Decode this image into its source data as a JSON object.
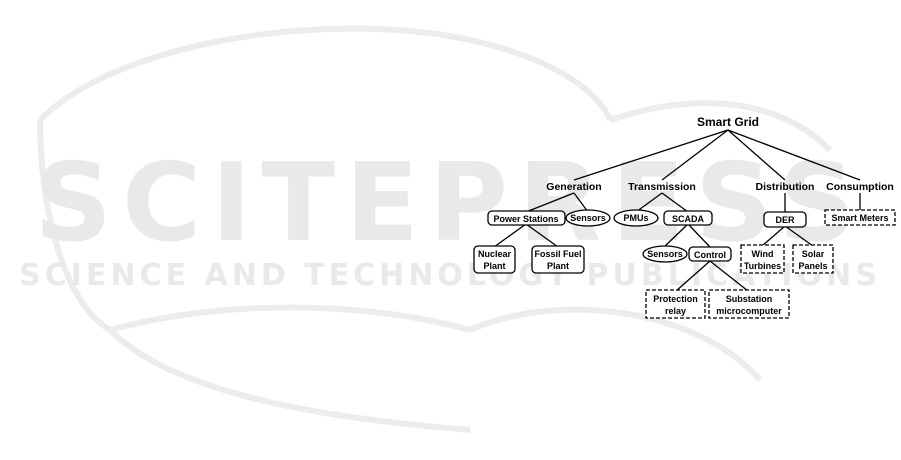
{
  "watermark": {
    "big_text": "SCITEPRESS",
    "sub_text": "SCIENCE AND TECHNOLOGY PUBLICATIONS",
    "color": "#e6e6e6"
  },
  "diagram": {
    "root": "Smart Grid",
    "categories": {
      "generation": "Generation",
      "transmission": "Transmission",
      "distribution": "Distribution",
      "consumption": "Consumption"
    },
    "nodes": {
      "power_stations": "Power Stations",
      "sensors_gen": "Sensors",
      "nuclear_1": "Nuclear",
      "nuclear_2": "Plant",
      "fossil_1": "Fossil Fuel",
      "fossil_2": "Plant",
      "pmus": "PMUs",
      "scada": "SCADA",
      "sensors_scada": "Sensors",
      "control": "Control",
      "protection_1": "Protection",
      "protection_2": "relay",
      "substation_1": "Substation",
      "substation_2": "microcomputer",
      "der": "DER",
      "wind_1": "Wind",
      "wind_2": "Turbines",
      "solar_1": "Solar",
      "solar_2": "Panels",
      "smart_meters": "Smart Meters"
    },
    "line_color": "#000000"
  }
}
